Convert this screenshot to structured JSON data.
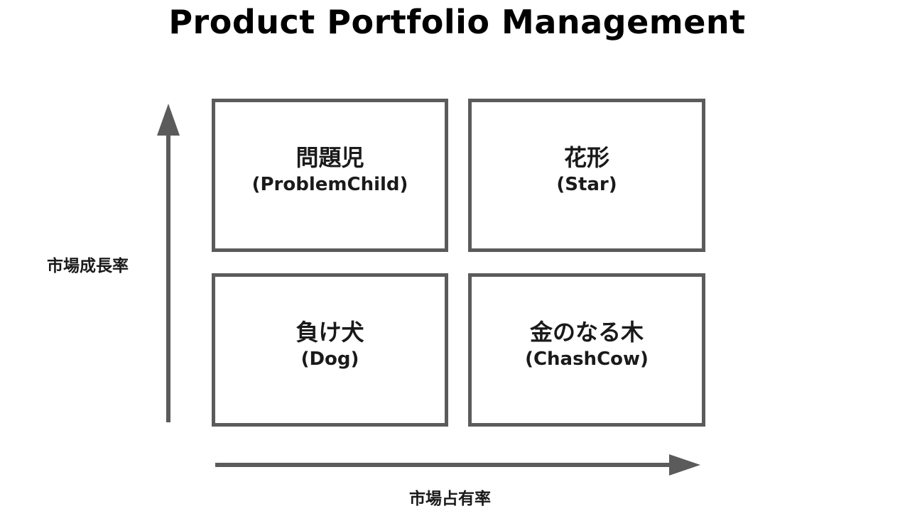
{
  "title": "Product Portfolio Management",
  "quadrants": {
    "top_left": {
      "jp": "問題児",
      "en": "(ProblemChild)"
    },
    "top_right": {
      "jp": "花形",
      "en": "(Star)"
    },
    "bottom_left": {
      "jp": "負け犬",
      "en": "(Dog)"
    },
    "bottom_right": {
      "jp": "金のなる木",
      "en": "(ChashCow)"
    }
  },
  "axes": {
    "y_label": "市場成長率",
    "x_label": "市場占有率"
  },
  "colors": {
    "border": "#5b5b5b",
    "arrow": "#5b5b5b",
    "text": "#1a1a1a"
  }
}
